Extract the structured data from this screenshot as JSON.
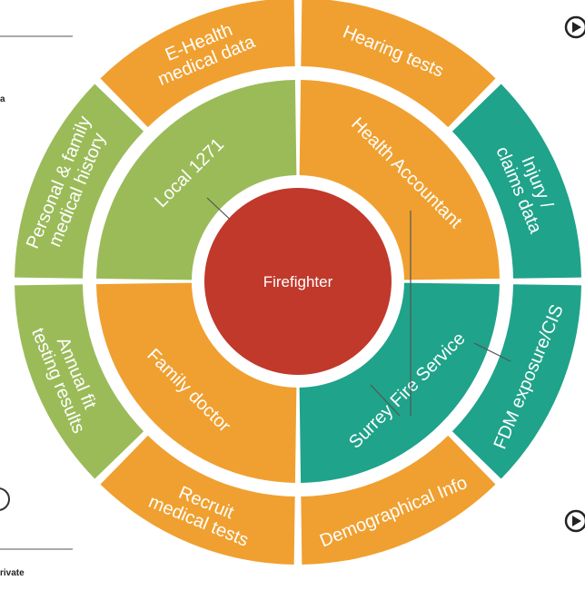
{
  "colors": {
    "orange": "#F0A030",
    "teal": "#1FA38A",
    "green": "#9BBB59",
    "center": "#C0392B",
    "connector": "#555555",
    "edge_line": "#333333"
  },
  "center": {
    "label": "Firefighter"
  },
  "inner_ring": [
    {
      "label": "Health Accountant",
      "color": "orange"
    },
    {
      "label": "Surrey Fire Service",
      "color": "teal"
    },
    {
      "label": "Family doctor",
      "color": "orange"
    },
    {
      "label": "Local 1271",
      "color": "green"
    }
  ],
  "outer_ring": [
    {
      "lines": [
        "Hearing tests"
      ],
      "color": "orange"
    },
    {
      "lines": [
        "Injury /",
        "claims data"
      ],
      "color": "teal"
    },
    {
      "lines": [
        "FDM exposure/CIS"
      ],
      "color": "teal"
    },
    {
      "lines": [
        "Demographical Info"
      ],
      "color": "orange"
    },
    {
      "lines": [
        "Recruit",
        "medical tests"
      ],
      "color": "orange"
    },
    {
      "lines": [
        "Annual fit",
        "testing results"
      ],
      "color": "green"
    },
    {
      "lines": [
        "Personal & family",
        "medical history"
      ],
      "color": "green"
    },
    {
      "lines": [
        "E-Health",
        "medical data"
      ],
      "color": "orange"
    }
  ],
  "edge_fragments": {
    "left_top": "a",
    "left_bottom": "rivate"
  },
  "icons": [
    "play-icon",
    "play-icon"
  ]
}
